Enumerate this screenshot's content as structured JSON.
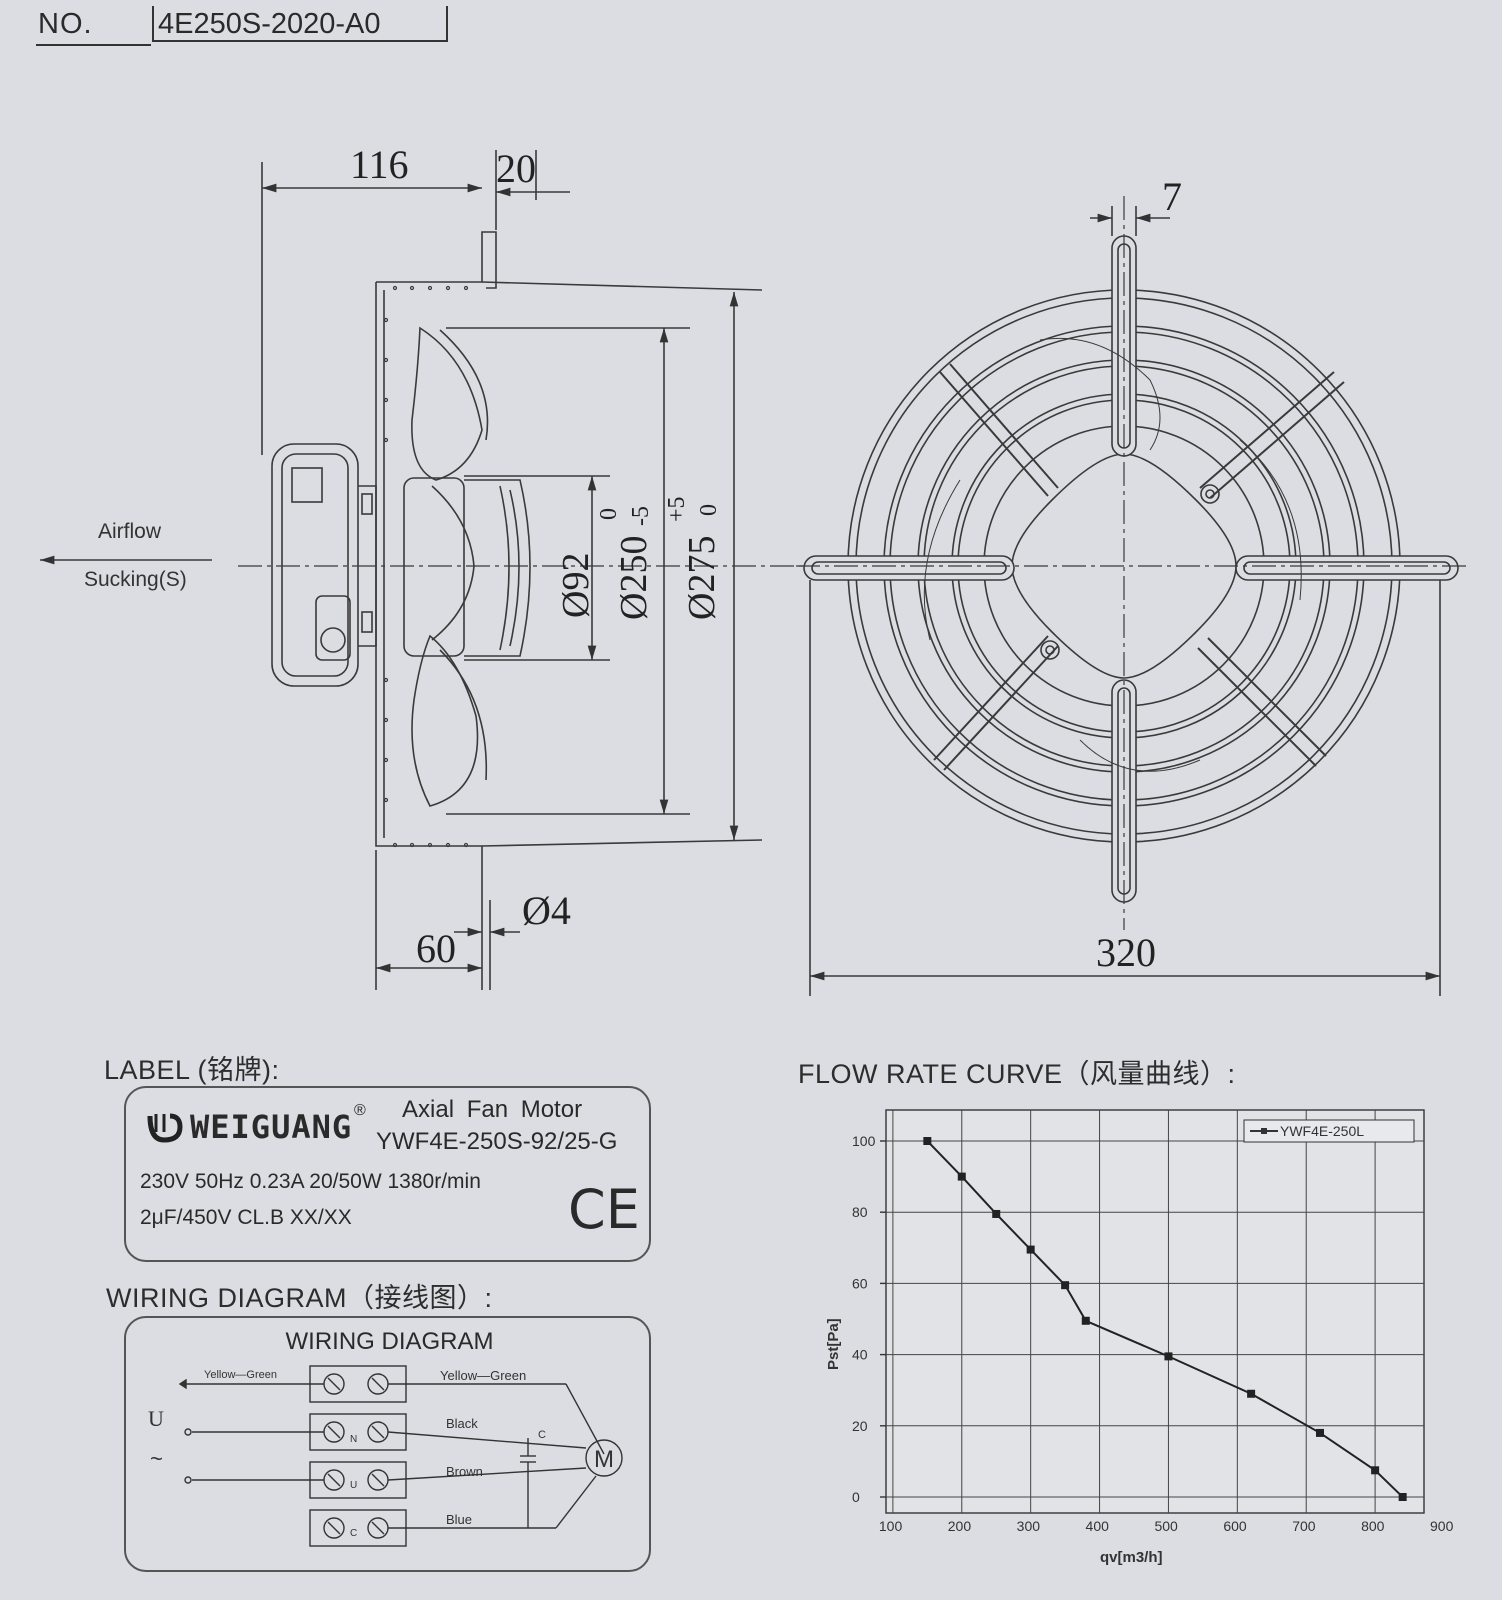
{
  "header": {
    "no_label": "NO.",
    "model_no": "4E250S-2020-A0"
  },
  "drawing": {
    "airflow": "Airflow",
    "sucking": "Sucking(S)",
    "dims": {
      "d116": "116",
      "d20": "20",
      "d7": "7",
      "d92": "Ø92",
      "d250": "Ø250",
      "d250_tol_up": "0",
      "d250_tol_down": "-5",
      "d275": "Ø275",
      "d275_tol_up": "+5",
      "d275_tol_down": "0",
      "d4": "Ø4",
      "d60": "60",
      "d320": "320"
    }
  },
  "label_section": {
    "title": "LABEL (铭牌):",
    "brand": "WEIGUANG",
    "registered": "®",
    "product": "Axial Fan Motor",
    "model": "YWF4E-250S-92/25-G",
    "spec1": "230V 50Hz 0.23A 20/50W 1380r/min",
    "spec2": "2μF/450V CL.B XX/XX",
    "ce": "CE"
  },
  "wiring_section": {
    "title": "WIRING DIAGRAM（接线图）:",
    "box_title": "WIRING DIAGRAM",
    "left_wire": "Yellow—Green",
    "wires": [
      "Yellow—Green",
      "Black",
      "Brown",
      "Blue"
    ],
    "supply_u": "U",
    "supply_ac": "~",
    "capacitor": "C",
    "motor": "M",
    "terminal_labels": [
      "N",
      "U",
      "C"
    ]
  },
  "curve_section": {
    "title": "FLOW RATE CURVE（风量曲线）:"
  },
  "chart_data": {
    "type": "line",
    "xlabel": "qv[m3/h]",
    "ylabel": "Pst[Pa]",
    "xlim": [
      0,
      900
    ],
    "ylim": [
      0,
      110
    ],
    "xticks": [
      "100",
      "200",
      "300",
      "400",
      "500",
      "600",
      "700",
      "800",
      "900"
    ],
    "yticks": [
      "0",
      "20",
      "40",
      "60",
      "80",
      "100"
    ],
    "grid": true,
    "legend": "top-right",
    "series": [
      {
        "name": "YWF4E-250L",
        "x": [
          150,
          200,
          250,
          300,
          350,
          380,
          500,
          620,
          720,
          800,
          840
        ],
        "y": [
          100,
          90,
          79.5,
          69.5,
          59.5,
          49.5,
          39.5,
          29,
          18,
          7.5,
          0
        ]
      }
    ]
  }
}
